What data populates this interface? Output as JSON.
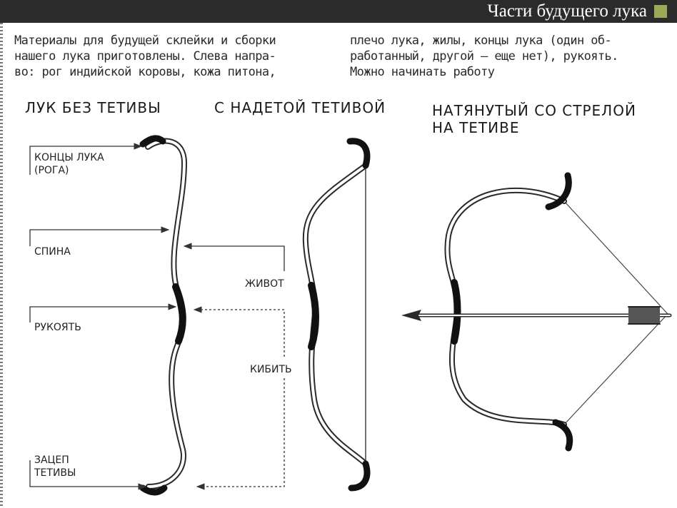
{
  "header": {
    "title": "Части будущего лука",
    "bar_color": "#2b2b2b",
    "accent_color": "#9caa58"
  },
  "captions": {
    "left": "Материалы для будущей склейки и сборки\nнашего лука приготовлены. Слева напра-\nво: рог индийской коровы, кожа питона,",
    "right": "плечо лука, жилы, концы лука (один об-\nработанный, другой – еще нет), рукоять.\nМожно начинать работу"
  },
  "headings": {
    "unstrung": "ЛУК БЕЗ ТЕТИВЫ",
    "strung": "С НАДЕТОЙ ТЕТИВОЙ",
    "drawn": "НАТЯНУТЫЙ СО СТРЕЛОЙ\nНА ТЕТИВЕ"
  },
  "labels": {
    "tips": "КОНЦЫ ЛУКА\n(РОГА)",
    "back": "СПИНА",
    "grip": "РУКОЯТЬ",
    "nock": "ЗАЦЕП\nТЕТИВЫ",
    "belly": "ЖИВОТ",
    "limb": "КИБИТЬ"
  }
}
